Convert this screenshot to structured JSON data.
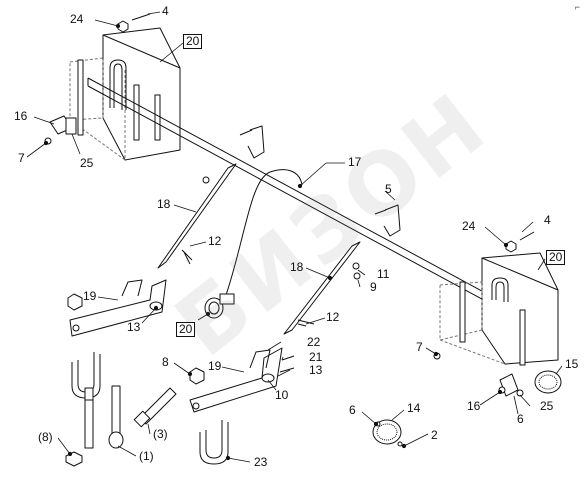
{
  "corner_mark": "⌐",
  "watermark": "БИЗОН",
  "colors": {
    "line": "#111111",
    "hidden": "#777777",
    "watermark": "#787878"
  },
  "labels": {
    "l24a": "24",
    "l4a": "4",
    "l20a": "20",
    "l16a": "16",
    "l7a": "7",
    "l25a": "25",
    "l17": "17",
    "l18a": "18",
    "l12a": "12",
    "l5": "5",
    "l24b": "24",
    "l4b": "4",
    "l20b": "20",
    "l18b": "18",
    "l11": "11",
    "l9": "9",
    "l19a": "19",
    "l13a": "13",
    "l12b": "12",
    "l20c": "20",
    "l22": "22",
    "l21": "21",
    "l8": "8",
    "l19b": "19",
    "l13b": "13",
    "l10": "10",
    "l7b": "7",
    "l15": "15",
    "l16b": "16",
    "l25b": "25",
    "l6a": "6",
    "l6b": "6",
    "l14": "14",
    "l2": "2",
    "l8p": "(8)",
    "l1p": "(1)",
    "l3p": "(3)",
    "l23": "23"
  }
}
